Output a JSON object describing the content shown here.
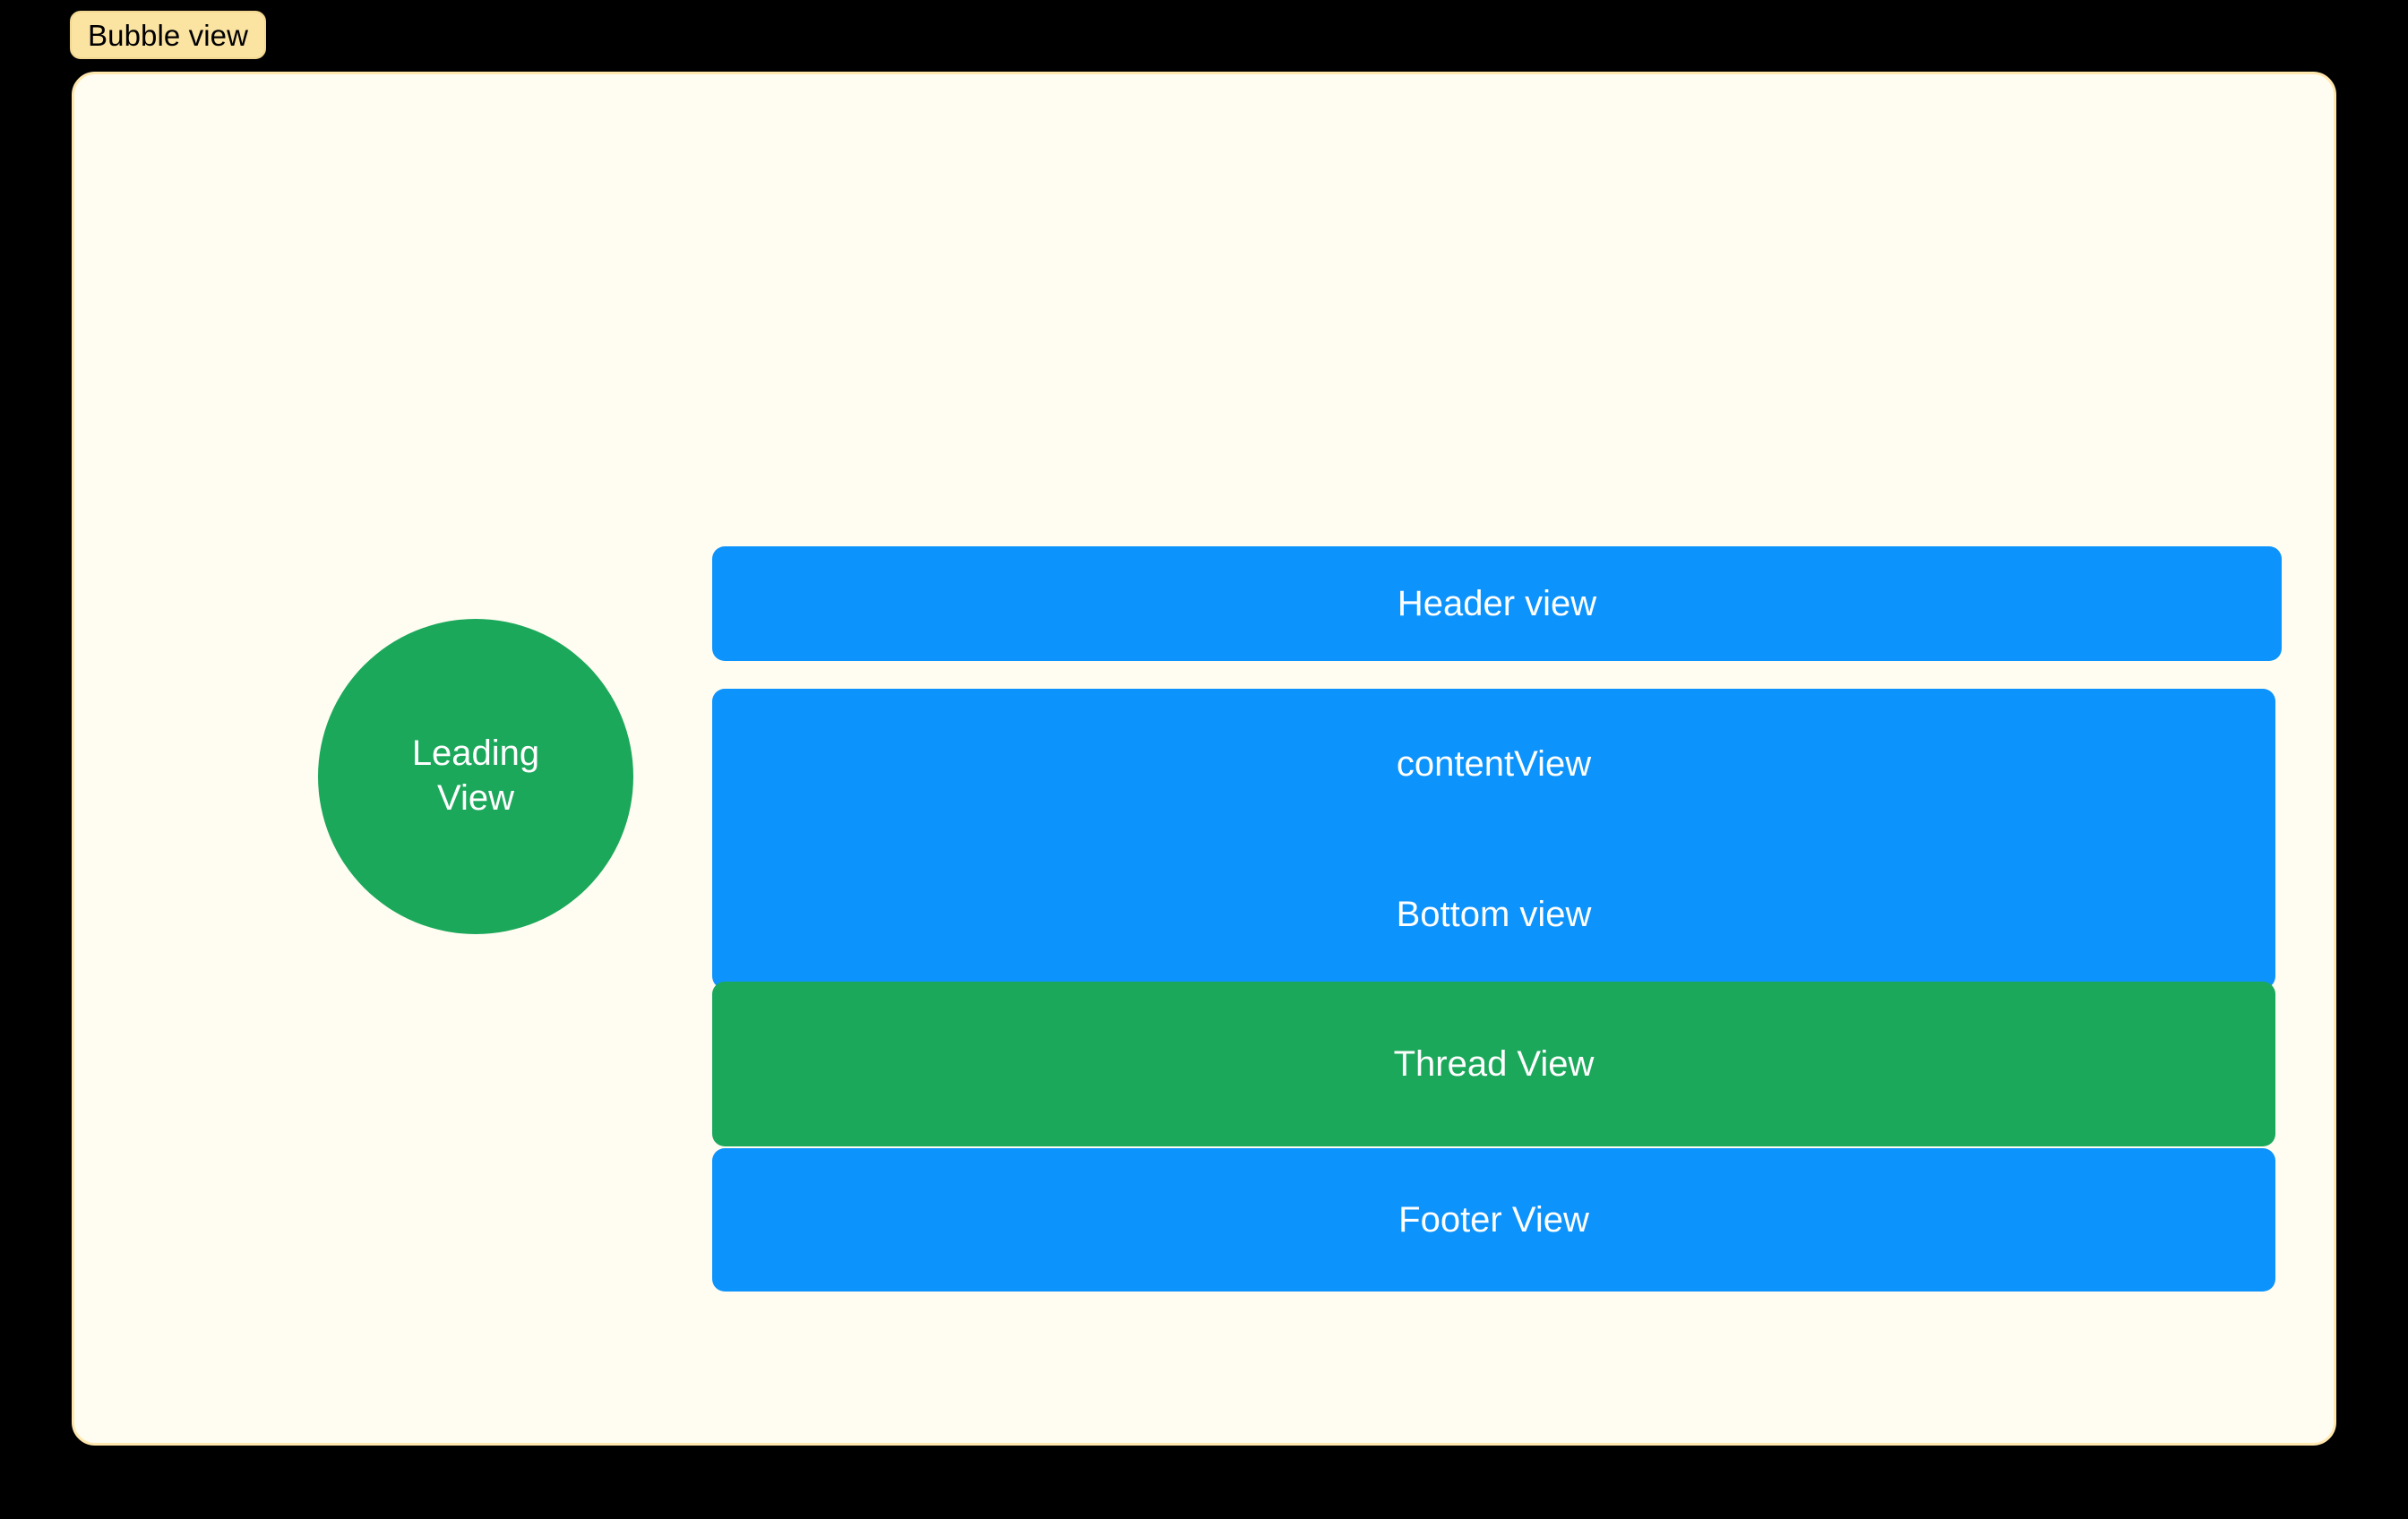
{
  "badge": {
    "label": "Bubble view",
    "background": "#FBE3A1",
    "border_color": "#F3D892",
    "text_color": "#000000"
  },
  "canvas": {
    "background": "#000000"
  },
  "bubble_container": {
    "name": "bubble-view-container",
    "background": "#FFFDF1",
    "border_color": "#FFE7AE"
  },
  "leading_view": {
    "line1": "Leading",
    "line2": "View",
    "shape": "circle",
    "background": "#1CA85B",
    "text_color": "#FFFFFF"
  },
  "stack": {
    "header": {
      "label": "Header view",
      "background": "#0D93FC",
      "text_color": "#FFFFFF"
    },
    "content": {
      "label": "contentView",
      "background": "#0D93FC",
      "text_color": "#FFFFFF"
    },
    "bottom": {
      "label": "Bottom view",
      "background": "#0D93FC",
      "text_color": "#FFFFFF"
    },
    "thread": {
      "label": "Thread View",
      "background": "#1CA85B",
      "text_color": "#FFFFFF"
    },
    "footer": {
      "label": "Footer View",
      "background": "#0D93FC",
      "text_color": "#FFFFFF"
    }
  }
}
